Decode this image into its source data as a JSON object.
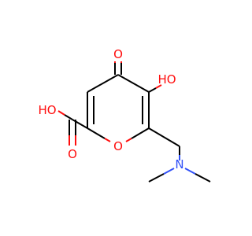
{
  "molecule": {
    "atoms": {
      "keto_oxygen": "O",
      "hydroxyl": "HO",
      "acid_hydroxyl": "HO",
      "acid_oxygen": "O",
      "ring_oxygen": "O",
      "amine_nitrogen": "N"
    },
    "colors": {
      "bond": "#000000",
      "oxygen": "#ff0d0d",
      "nitrogen": "#3050f8"
    }
  }
}
